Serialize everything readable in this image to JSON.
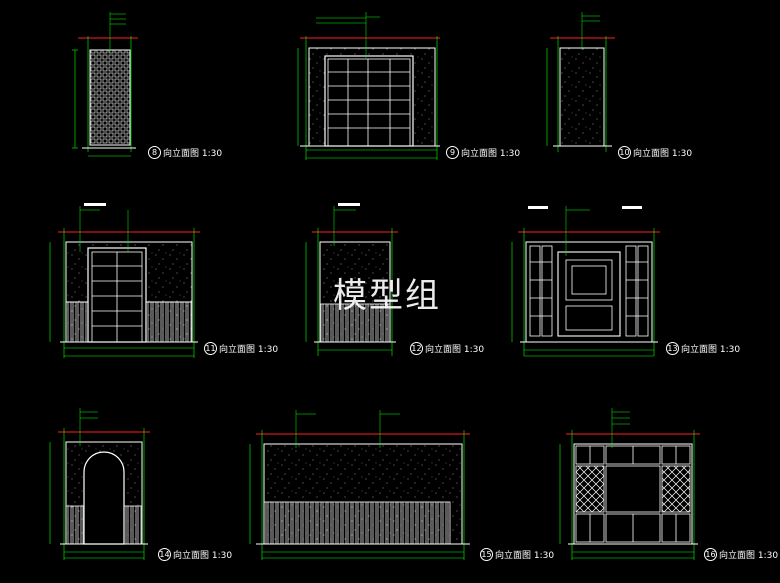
{
  "watermark": "模型组",
  "captions": [
    {
      "number": "8",
      "text": "向立面图 1:30"
    },
    {
      "number": "9",
      "text": "向立面图 1:30"
    },
    {
      "number": "10",
      "text": "向立面图 1:30"
    },
    {
      "number": "11",
      "text": "向立面图 1:30"
    },
    {
      "number": "12",
      "text": "向立面图 1:30"
    },
    {
      "number": "13",
      "text": "向立面图 1:30"
    },
    {
      "number": "14",
      "text": "向立面图 1:30"
    },
    {
      "number": "15",
      "text": "向立面图 1:30"
    },
    {
      "number": "16",
      "text": "向立面图 1:30"
    }
  ],
  "colors": {
    "background": "#000000",
    "outline": "#ffffff",
    "dimension": "#00ff00",
    "ceiling_line": "#ff2020",
    "leader": "#00ff00",
    "annotation_text": "#ffffff"
  }
}
